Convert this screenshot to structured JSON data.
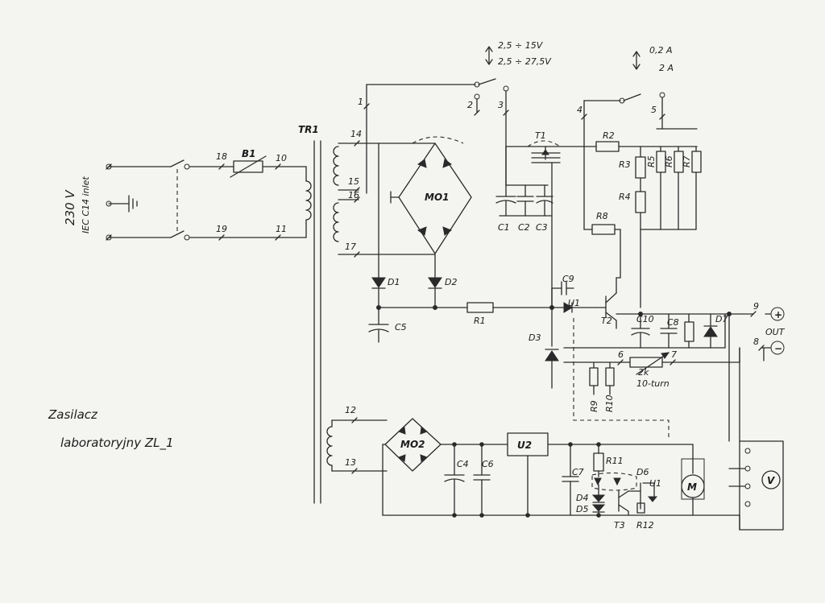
{
  "title": {
    "line1": "Zasilacz",
    "line2": "laboratoryjny ZL_1"
  },
  "mains": {
    "voltage": "230 V",
    "inlet": "IEC C14 inlet"
  },
  "voltage_range": {
    "low": "2,5 ÷ 15V",
    "high": "2,5 ÷ 27,5V"
  },
  "current_range": {
    "low": "0,2 A",
    "high": "2 A"
  },
  "output": {
    "label": "OUT",
    "plus": "+",
    "minus": "−"
  },
  "transformer": {
    "name": "TR1"
  },
  "pot": {
    "value": "2k",
    "type": "10-turn"
  },
  "meter": "V",
  "motor": "M",
  "pins": [
    "1",
    "2",
    "3",
    "4",
    "5",
    "6",
    "7",
    "8",
    "9",
    "10",
    "11",
    "12",
    "13",
    "14",
    "15",
    "16",
    "17",
    "18",
    "19"
  ],
  "components": {
    "fuse": "B1",
    "bridge1": "MO1",
    "bridge2": "MO2",
    "d1": "D1",
    "d2": "D2",
    "d3": "D3",
    "d4": "D4",
    "d5": "D5",
    "d6": "D6",
    "d7": "D7",
    "c1": "C1",
    "c2": "C2",
    "c3": "C3",
    "c4": "C4",
    "c5": "C5",
    "c6": "C6",
    "c7": "C7",
    "c8": "C8",
    "c9": "C9",
    "c10": "C10",
    "r1": "R1",
    "r2": "R2",
    "r3": "R3",
    "r4": "R4",
    "r5": "R5",
    "r6": "R6",
    "r7": "R7",
    "r8": "R8",
    "r9": "R9",
    "r10": "R10",
    "r11": "R11",
    "r12": "R12",
    "t1": "T1",
    "t2": "T2",
    "t3": "T3",
    "u1": "U1",
    "u1b": "U1",
    "u2": "U2"
  }
}
